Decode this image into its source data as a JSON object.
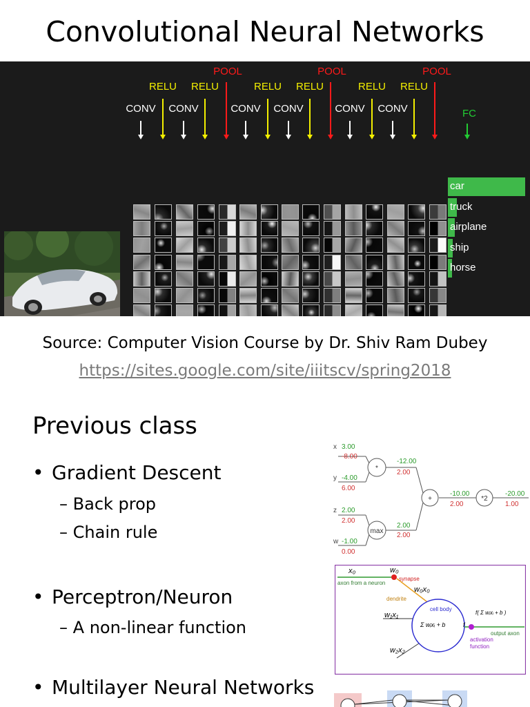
{
  "title": "Convolutional Neural Networks",
  "banner": {
    "labels": {
      "conv": "CONV",
      "relu": "RELU",
      "pool": "POOL",
      "fc": "FC"
    },
    "classes": [
      "car",
      "truck",
      "airplane",
      "ship",
      "horse"
    ],
    "class_scores": [
      1.0,
      0.12,
      0.09,
      0.06,
      0.04
    ],
    "colors": {
      "conv": "#ffffff",
      "relu": "#f4f000",
      "pool": "#ff1a1a",
      "fc": "#22cc33"
    }
  },
  "source": "Source: Computer Vision Course by Dr. Shiv Ram Dubey",
  "link": "https://sites.google.com/site/iiitscv/spring2018",
  "section": {
    "heading": "Previous class",
    "bullets": [
      {
        "text": "Gradient Descent",
        "subs": [
          "Back prop",
          "Chain rule"
        ]
      },
      {
        "text": "Perceptron/Neuron",
        "subs": [
          "A non-linear function"
        ]
      },
      {
        "text": "Multilayer Neural Networks",
        "subs": []
      }
    ]
  },
  "graph": {
    "x_label": "x",
    "x_val": "3.00",
    "x_grad": "-8.00",
    "y_label": "y",
    "y_val": "-4.00",
    "y_grad": "6.00",
    "z_label": "z",
    "z_val": "2.00",
    "z_grad": "2.00",
    "w_label": "w",
    "w_val": "-1.00",
    "w_grad": "0.00",
    "mul_node": "*",
    "max_node": "max",
    "add_node": "+",
    "times2_node": "*2",
    "mul_out": "-12.00",
    "mul_out_grad": "2.00",
    "max_out": "2.00",
    "max_out_grad": "2.00",
    "add_out": "-10.00",
    "add_out_grad": "2.00",
    "final_out": "-20.00",
    "final_grad": "1.00"
  },
  "neuron": {
    "x0": "x₀",
    "w0": "w₀",
    "w0x0": "w₀x₀",
    "w1x1": "w₁x₁",
    "w2x2": "w₂x₂",
    "synapse": "synapse",
    "axon_from": "axon from a neuron",
    "dendrite": "dendrite",
    "cell_body": "cell body",
    "sum_expr": "Σ wᵢxᵢ + b",
    "f": "f",
    "act_expr": "f( Σ wᵢxᵢ + b )",
    "output_axon": "output axon",
    "activation": "activation",
    "function": "function"
  }
}
